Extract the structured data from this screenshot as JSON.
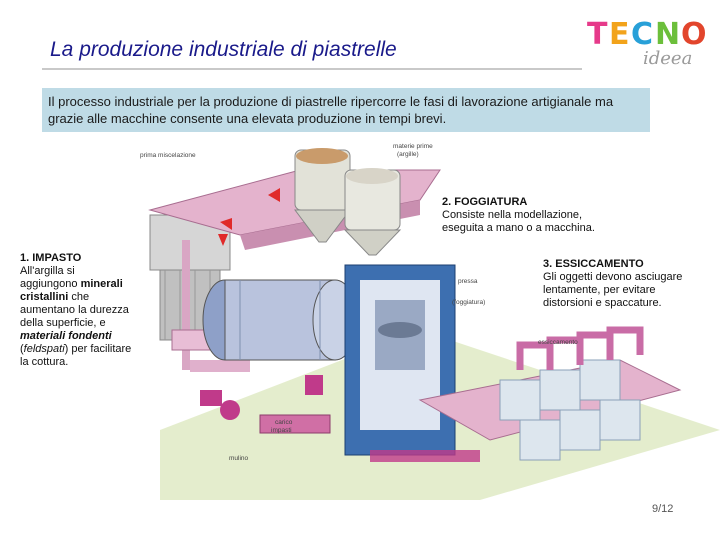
{
  "title": "La produzione industriale di piastrelle",
  "logo": {
    "line1": "TECNO",
    "line2": "ideea"
  },
  "intro": "Il processo industriale per la produzione di piastrelle ripercorre le fasi di lavorazione artigianale ma grazie alle macchine consente una elevata produzione in tempi brevi.",
  "steps": [
    {
      "heading": "1. IMPASTO",
      "text_before": "All'argilla si aggiungono ",
      "bold": "minerali cristallini",
      "text_mid": " che aumentano la durezza della superficie, e ",
      "bold_italic": "materiali fondenti",
      "text_paren_open": " (",
      "italic": "feldspati",
      "text_after": ") per facilitare la cottura."
    },
    {
      "heading": "2. FOGGIATURA",
      "text": "Consiste nella modellazione, eseguita a mano o a macchina."
    },
    {
      "heading": "3. ESSICCAMENTO",
      "text": "Gli oggetti devono asciugare lentamente, per evitare distorsioni e spaccature."
    }
  ],
  "diagram_labels": {
    "prima_miscelazione": "prima miscelazione",
    "materie_prime_1": "materie prime",
    "materie_prime_2": "(argille)",
    "pressa_1": "pressa",
    "pressa_2": "(foggiatura)",
    "essiccamento": "essiccamento",
    "carico_1": "carico",
    "carico_2": "impasti",
    "mulino": "mulino"
  },
  "page_number": "9/12",
  "colors": {
    "title": "#1a1a8a",
    "intro_bg": "#bfdbe6",
    "conveyor": "#d9a6c4",
    "machine_blue": "#3d6fb0",
    "floor": "#cfe0a8"
  }
}
